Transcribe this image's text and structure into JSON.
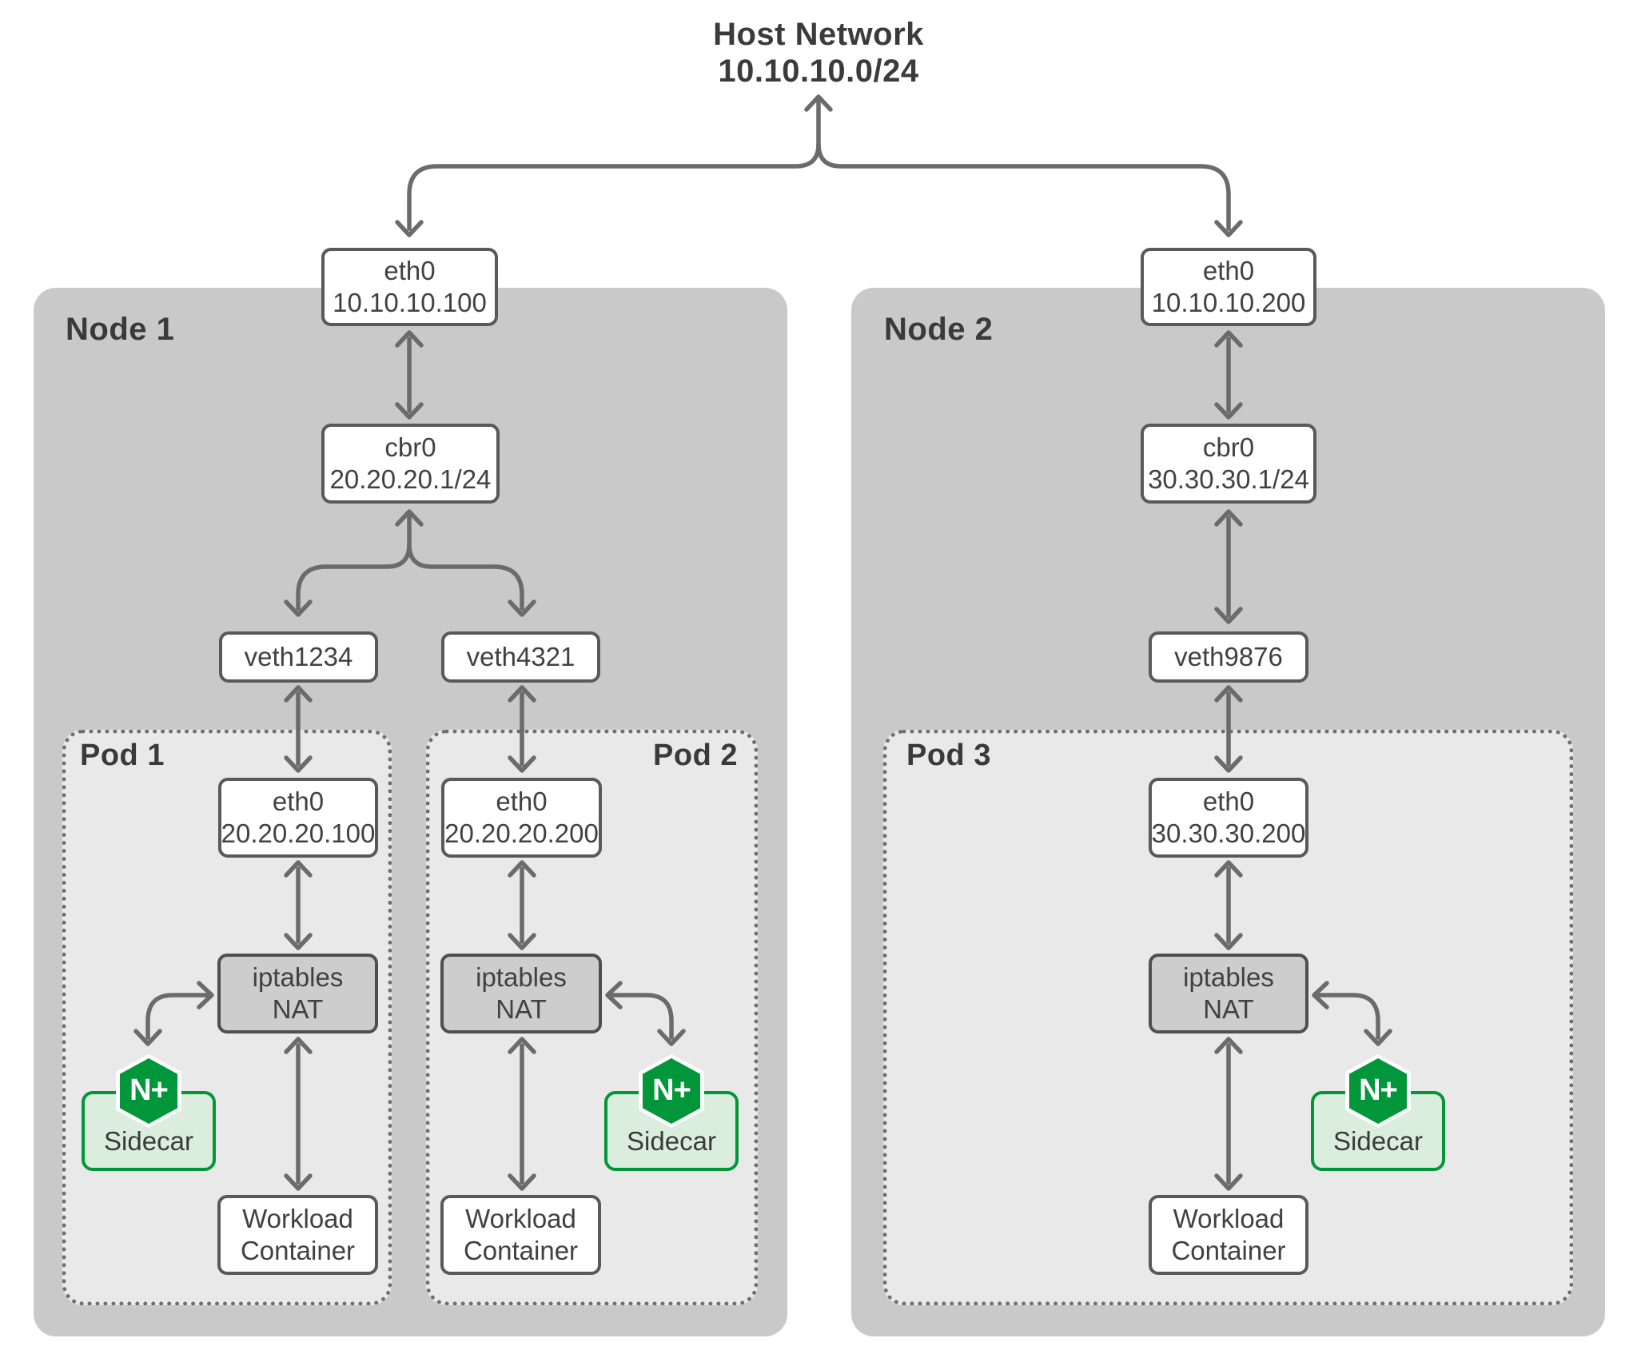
{
  "title": {
    "line1": "Host Network",
    "line2": "10.10.10.0/24"
  },
  "node1": {
    "label": "Node 1",
    "eth0": {
      "line1": "eth0",
      "line2": "10.10.10.100"
    },
    "cbr0": {
      "line1": "cbr0",
      "line2": "20.20.20.1/24"
    },
    "veth1": "veth1234",
    "veth2": "veth4321"
  },
  "node2": {
    "label": "Node 2",
    "eth0": {
      "line1": "eth0",
      "line2": "10.10.10.200"
    },
    "cbr0": {
      "line1": "cbr0",
      "line2": "30.30.30.1/24"
    },
    "veth": "veth9876"
  },
  "pod1": {
    "label": "Pod 1",
    "eth0": {
      "line1": "eth0",
      "line2": "20.20.20.100"
    },
    "nat": {
      "line1": "iptables",
      "line2": "NAT"
    },
    "badge": "N+",
    "sidecar": "Sidecar",
    "workload": {
      "line1": "Workload",
      "line2": "Container"
    }
  },
  "pod2": {
    "label": "Pod 2",
    "eth0": {
      "line1": "eth0",
      "line2": "20.20.20.200"
    },
    "nat": {
      "line1": "iptables",
      "line2": "NAT"
    },
    "badge": "N+",
    "sidecar": "Sidecar",
    "workload": {
      "line1": "Workload",
      "line2": "Container"
    }
  },
  "pod3": {
    "label": "Pod 3",
    "eth0": {
      "line1": "eth0",
      "line2": "30.30.30.200"
    },
    "nat": {
      "line1": "iptables",
      "line2": "NAT"
    },
    "badge": "N+",
    "sidecar": "Sidecar",
    "workload": {
      "line1": "Workload",
      "line2": "Container"
    }
  },
  "colors": {
    "nginx_green": "#009639",
    "sidecar_fill": "#dbeedd",
    "node_fill": "#c9c9c9",
    "pod_fill": "#e9e9e9",
    "nat_fill": "#cdcdcd",
    "box_border": "#58595b",
    "dot_color": "#6e6e6e",
    "line": "#6b6b6b",
    "text": "#414042",
    "label_text": "#3a3a3a"
  }
}
